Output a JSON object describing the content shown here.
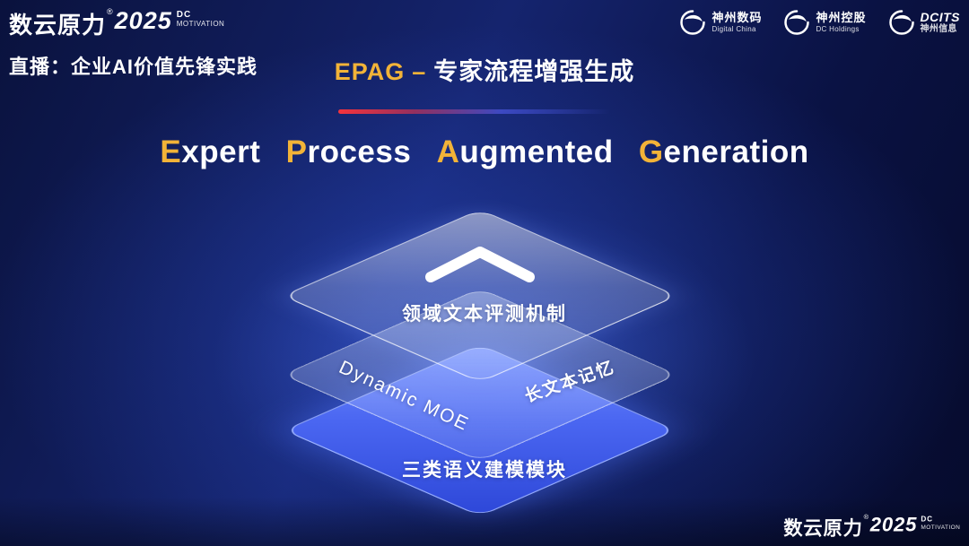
{
  "brand": {
    "name": "数云原力",
    "reg": "®",
    "year": "2025",
    "sub1": "DC",
    "sub2": "MOTIVATION"
  },
  "header": {
    "live_label": "直播：企业AI价值先锋实践",
    "title": {
      "highlight": "EPAG",
      "dash": "–",
      "rest": "专家流程增强生成"
    },
    "logos": [
      {
        "line1": "神州数码",
        "line2": "Digital China"
      },
      {
        "line1": "神州控股",
        "line2": "DC Holdings"
      },
      {
        "line1": "DCITS",
        "line2": "神州信息"
      }
    ]
  },
  "subtitle": {
    "words": [
      {
        "first": "E",
        "rest": "xpert"
      },
      {
        "first": "P",
        "rest": "rocess"
      },
      {
        "first": "A",
        "rest": "ugmented"
      },
      {
        "first": "G",
        "rest": "eneration"
      }
    ]
  },
  "diagram": {
    "layers": [
      {
        "label": "领域文本评测机制"
      },
      {
        "labels": [
          "Dynamic  MOE",
          "长文本记忆"
        ]
      },
      {
        "label": "三类语义建模模块"
      }
    ]
  },
  "colors": {
    "accent_gold": "#f2b338",
    "layer_blue": "#4a66f1",
    "divider_red": "#f5333c"
  }
}
